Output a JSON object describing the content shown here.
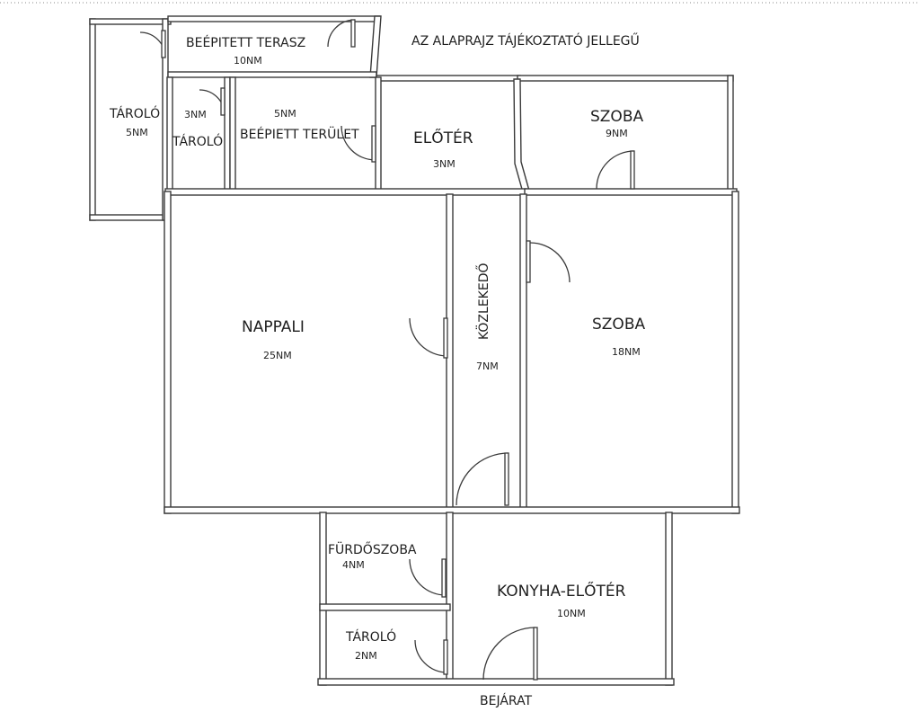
{
  "note": "AZ ALAPRAJZ TÁJÉKOZTATÓ JELLEGŰ",
  "entrance": "BEJÁRAT",
  "rooms": {
    "tarolo_left": {
      "name": "TÁROLÓ",
      "area": "5NM"
    },
    "terasz": {
      "name": "BEÉPITETT TERASZ",
      "area": "10NM"
    },
    "tarolo_small": {
      "name": "TÁROLÓ",
      "area": "3NM"
    },
    "beepitett_terulet": {
      "name": "BEÉPIETT TERÜLET",
      "area": "5NM"
    },
    "eloter": {
      "name": "ELŐTÉR",
      "area": "3NM"
    },
    "szoba_small": {
      "name": "SZOBA",
      "area": "9NM"
    },
    "nappali": {
      "name": "NAPPALI",
      "area": "25NM"
    },
    "kozlekedo": {
      "name": "KÖZLEKEDŐ",
      "area": "7NM"
    },
    "szoba_big": {
      "name": "SZOBA",
      "area": "18NM"
    },
    "furdoszoba": {
      "name": "FÜRDŐSZOBA",
      "area": "4NM"
    },
    "konyha": {
      "name": "KONYHA-ELŐTÉR",
      "area": "10NM"
    },
    "tarolo_bottom": {
      "name": "TÁROLÓ",
      "area": "2NM"
    }
  }
}
